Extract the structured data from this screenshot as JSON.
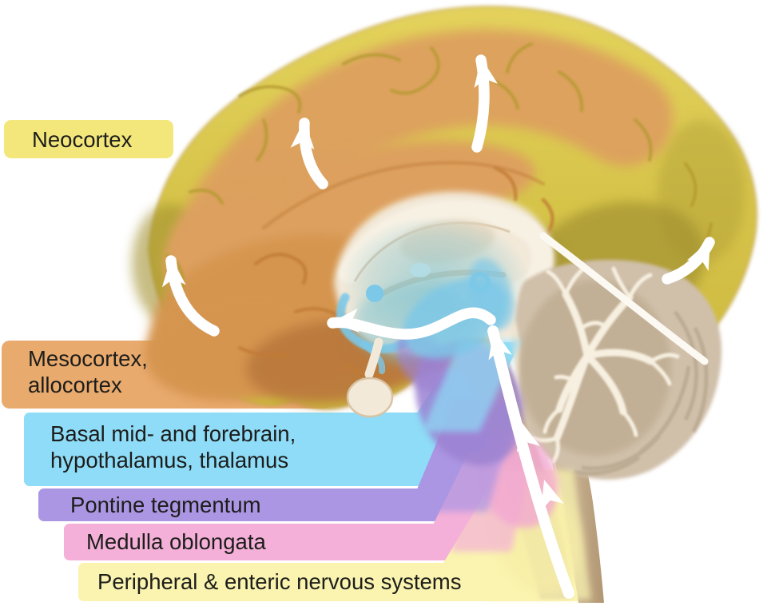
{
  "figure": {
    "alt": "Sagittal section of a human brain with colored labels for brain regions and white arrows showing ascending pathways from the brainstem to the cortex"
  },
  "labels": [
    {
      "id": "neocortex",
      "text": "Neocortex",
      "color": "#f3e77b"
    },
    {
      "id": "mesocortex",
      "line1": "Mesocortex,",
      "line2": "allocortex",
      "color": "#e9aa6e"
    },
    {
      "id": "basal",
      "line1": "Basal mid- and forebrain,",
      "line2": "hypothalamus, thalamus",
      "color": "#8edcf7"
    },
    {
      "id": "pontine",
      "text": "Pontine tegmentum",
      "color": "#ab96e3"
    },
    {
      "id": "medulla",
      "text": "Medulla oblongata",
      "color": "#f4b0d8"
    },
    {
      "id": "peripheral",
      "text": "Peripheral & enteric nervous systems",
      "color": "#faf4b0"
    }
  ],
  "palette": {
    "background": "#ffffff",
    "cortex_yellow_light": "#e2d058",
    "cortex_yellow": "#d5c248",
    "cortex_olive": "#a39232",
    "rim_line": "#c1a053",
    "mesocortex_orange": "#dda05f",
    "temporal_orange": "#d5954f",
    "temporal_brown": "#bb7a3c",
    "white_matter_cream": "#f2e9d9",
    "callosum_bright": "#f7f1e4",
    "boundary_beige": "#d7c3a6",
    "thalamus_teal": "#7fc3cf",
    "hypothalamus_blue": "#7cc8e8",
    "pons_purple": "#9c82d2",
    "medulla_pink": "#f2a8d1",
    "stem_yellow": "#f7eda6",
    "cerebellum_tan": "#d0c0aa",
    "cerebellum_inner": "#c2b096",
    "cerebellum_fold": "#b3a188",
    "brainstem_beige": "#cdb795",
    "cord_dark": "#b89d7b",
    "arbor_white": "#f7f0e1",
    "tentorium_white": "#fcf9f3",
    "pituitary_cream": "#f2e9d8",
    "arrow_white": "#ffffff",
    "sulci_yellow": "#b2992f",
    "sulci_orange": "#c07a35",
    "text_dark": "#1d1d1b"
  },
  "arrows": [
    {
      "name": "to-frontal-cortex-lower"
    },
    {
      "name": "to-frontal-cortex-upper"
    },
    {
      "name": "to-parietal-cortex"
    },
    {
      "name": "to-occipital-cortex"
    },
    {
      "name": "to-hypothalamus-branch"
    },
    {
      "name": "ascending-brainstem-pathway"
    }
  ]
}
